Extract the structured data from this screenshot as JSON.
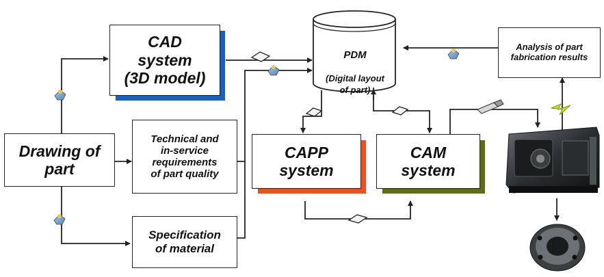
{
  "nodes": {
    "cad": "CAD\nsystem\n(3D model)",
    "pdm_title": "PDM",
    "pdm_subtitle": "(Digital layout\nof part)",
    "analysis": "Analysis of part\nfabrication results",
    "drawing": "Drawing of\npart",
    "requirements": "Technical and\nin-service\nrequirements\nof part quality",
    "capp": "CAPP\nsystem",
    "cam": "CAM\nsystem",
    "material": "Specification\nof material"
  },
  "colors": {
    "cad_accent": "#1f5fb7",
    "capp_accent": "#e2532a",
    "cam_accent": "#5f6b1f",
    "arrow": "#222222",
    "lightning": "#c8e21a"
  },
  "icons": [
    "disk-icon",
    "usb-drive-icon",
    "lathe-machine-icon",
    "flange-part-icon",
    "lightning-icon"
  ]
}
